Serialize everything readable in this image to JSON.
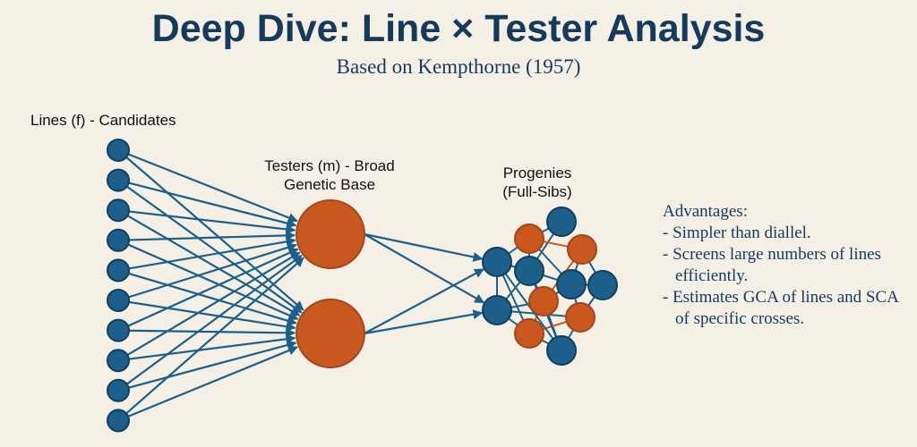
{
  "title": "Deep Dive: Line × Tester Analysis",
  "subtitle": "Based on Kempthorne (1957)",
  "lines_label": "Lines (f) - Candidates",
  "testers_label_1": "Testers (m) - Broad",
  "testers_label_2": "Genetic Base",
  "progenies_label_1": "Progenies",
  "progenies_label_2": "(Full-Sibs)",
  "advantages": {
    "heading": "Advantages:",
    "items": [
      "- Simpler than diallel.",
      "- Screens large numbers of lines efficiently.",
      "- Estimates GCA of lines and SCA of specific crosses."
    ]
  },
  "counts": {
    "lines": 10,
    "testers": 2,
    "progenies": 12
  },
  "colors": {
    "blue": "#1b5f8a",
    "orange": "#c9581f",
    "navy": "#163a5c",
    "background": "#f4f0e6"
  }
}
